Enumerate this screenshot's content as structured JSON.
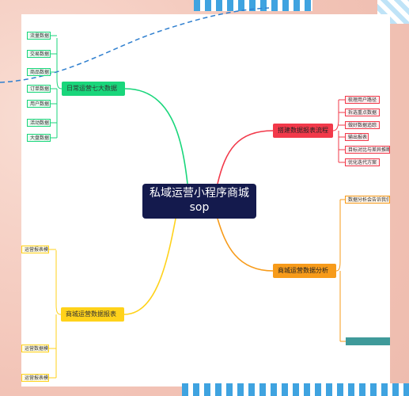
{
  "center": {
    "title": "私域运营小程序商城",
    "subtitle": "sop"
  },
  "branches": {
    "daily": {
      "label": "日常运营七大数据",
      "items": [
        "流量数据",
        "交易数据",
        "商品数据",
        "订单数据",
        "用户数据",
        "活动数据",
        "大盘数据"
      ]
    },
    "report": {
      "label": "搭建数据报表流程",
      "items": [
        "梳理用户路径",
        "拆选重点数据",
        "做好数据追踪",
        "输出报表",
        "目标对比与差异推断",
        "优化迭代方案"
      ]
    },
    "analysis": {
      "label": "商城运营数据分析",
      "items": [
        "数据分析会告诉我们"
      ]
    },
    "template": {
      "label": "商城运营数据报表",
      "items": [
        "运营报表模板",
        "运营数据模板",
        "运营报表模板"
      ]
    }
  },
  "colors": {
    "center_bg": "#141a4d",
    "green": "#19d67b",
    "red": "#f2394a",
    "orange": "#f79b1a",
    "yellow": "#ffd21a",
    "background": "#f4cfc4"
  }
}
